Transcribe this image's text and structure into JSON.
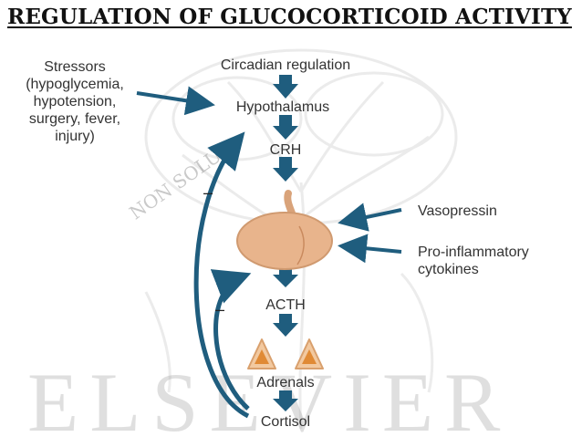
{
  "title": "REGULATION OF GLUCOCORTICOID ACTIVITY",
  "watermark": {
    "publisher": "ELSEVIER",
    "motto": "NON SOLUS"
  },
  "nodes": {
    "circadian": "Circadian regulation",
    "hypothalamus": "Hypothalamus",
    "crh": "CRH",
    "acth": "ACTH",
    "adrenals": "Adrenals",
    "cortisol": "Cortisol"
  },
  "inputs": {
    "stressors_lines": [
      "Stressors",
      "(hypoglycemia,",
      "hypotension,",
      "surgery, fever,",
      "injury)"
    ],
    "vasopressin": "Vasopressin",
    "cytokines_lines": [
      "Pro-inflammatory",
      "cytokines"
    ]
  },
  "feedback": {
    "sign_outer": "–",
    "sign_inner": "–"
  },
  "colors": {
    "arrow": "#1f5d7e",
    "pituitary": "#e8b48c",
    "adrenal_outer": "#f2c9a0",
    "adrenal_inner": "#e08a35"
  }
}
